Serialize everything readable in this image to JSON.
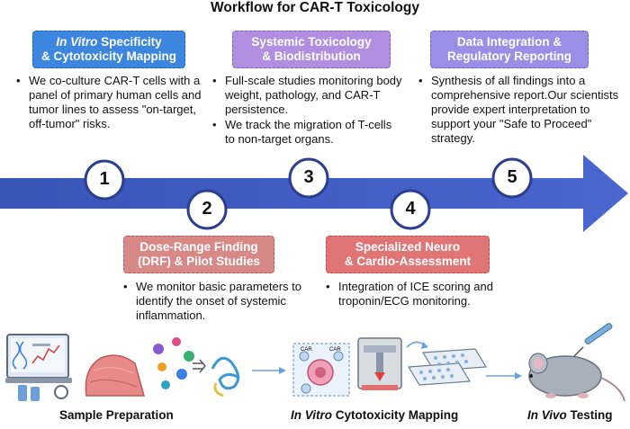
{
  "title": "Workflow for CAR-T Toxicology",
  "steps": [
    {
      "number": "1",
      "title_italic": "In Vitro",
      "title_line1": " Specificity",
      "title_line2": "& Cytotoxicity Mapping",
      "bullets": [
        "We co-culture CAR-T cells with a panel of primary human cells and tumor lines to assess \"on-target, off-tumor\" risks."
      ]
    },
    {
      "number": "2",
      "title_line1": "Dose-Range Finding",
      "title_line2": "(DRF) & Pilot Studies",
      "bullets": [
        "We monitor basic parameters to identify the onset of systemic inflammation."
      ]
    },
    {
      "number": "3",
      "title_line1": "Systemic Toxicology",
      "title_line2": "& Biodistribution",
      "bullets": [
        "Full-scale studies monitoring body weight, pathology, and CAR-T persistence.",
        "We track the migration of T-cells to non-target organs."
      ]
    },
    {
      "number": "4",
      "title_line1": "Specialized Neuro",
      "title_line2": "& Cardio-Assessment",
      "bullets": [
        "Integration of ICE scoring and troponin/ECG monitoring."
      ]
    },
    {
      "number": "5",
      "title_line1": "Data Integration &",
      "title_line2": "Regulatory Reporting",
      "bullets": [
        "Synthesis of all findings into a comprehensive report.Our scientists provide expert interpretation to support your \"Safe to Proceed\" strategy."
      ]
    }
  ],
  "bottom_labels": {
    "sample": "Sample Preparation",
    "cyto_italic": "In Vitro",
    "cyto_rest": " Cytotoxicity Mapping",
    "invivo_italic": "In Vivo",
    "invivo_rest": " Testing"
  },
  "illustration": {
    "car_label": "CAR"
  },
  "colors": {
    "arrow": "#3f5fc4",
    "step1": "#3d86e0",
    "step2": "#d98888",
    "step3": "#b08fe0",
    "step4": "#e07575",
    "step5": "#9a8ee6"
  }
}
